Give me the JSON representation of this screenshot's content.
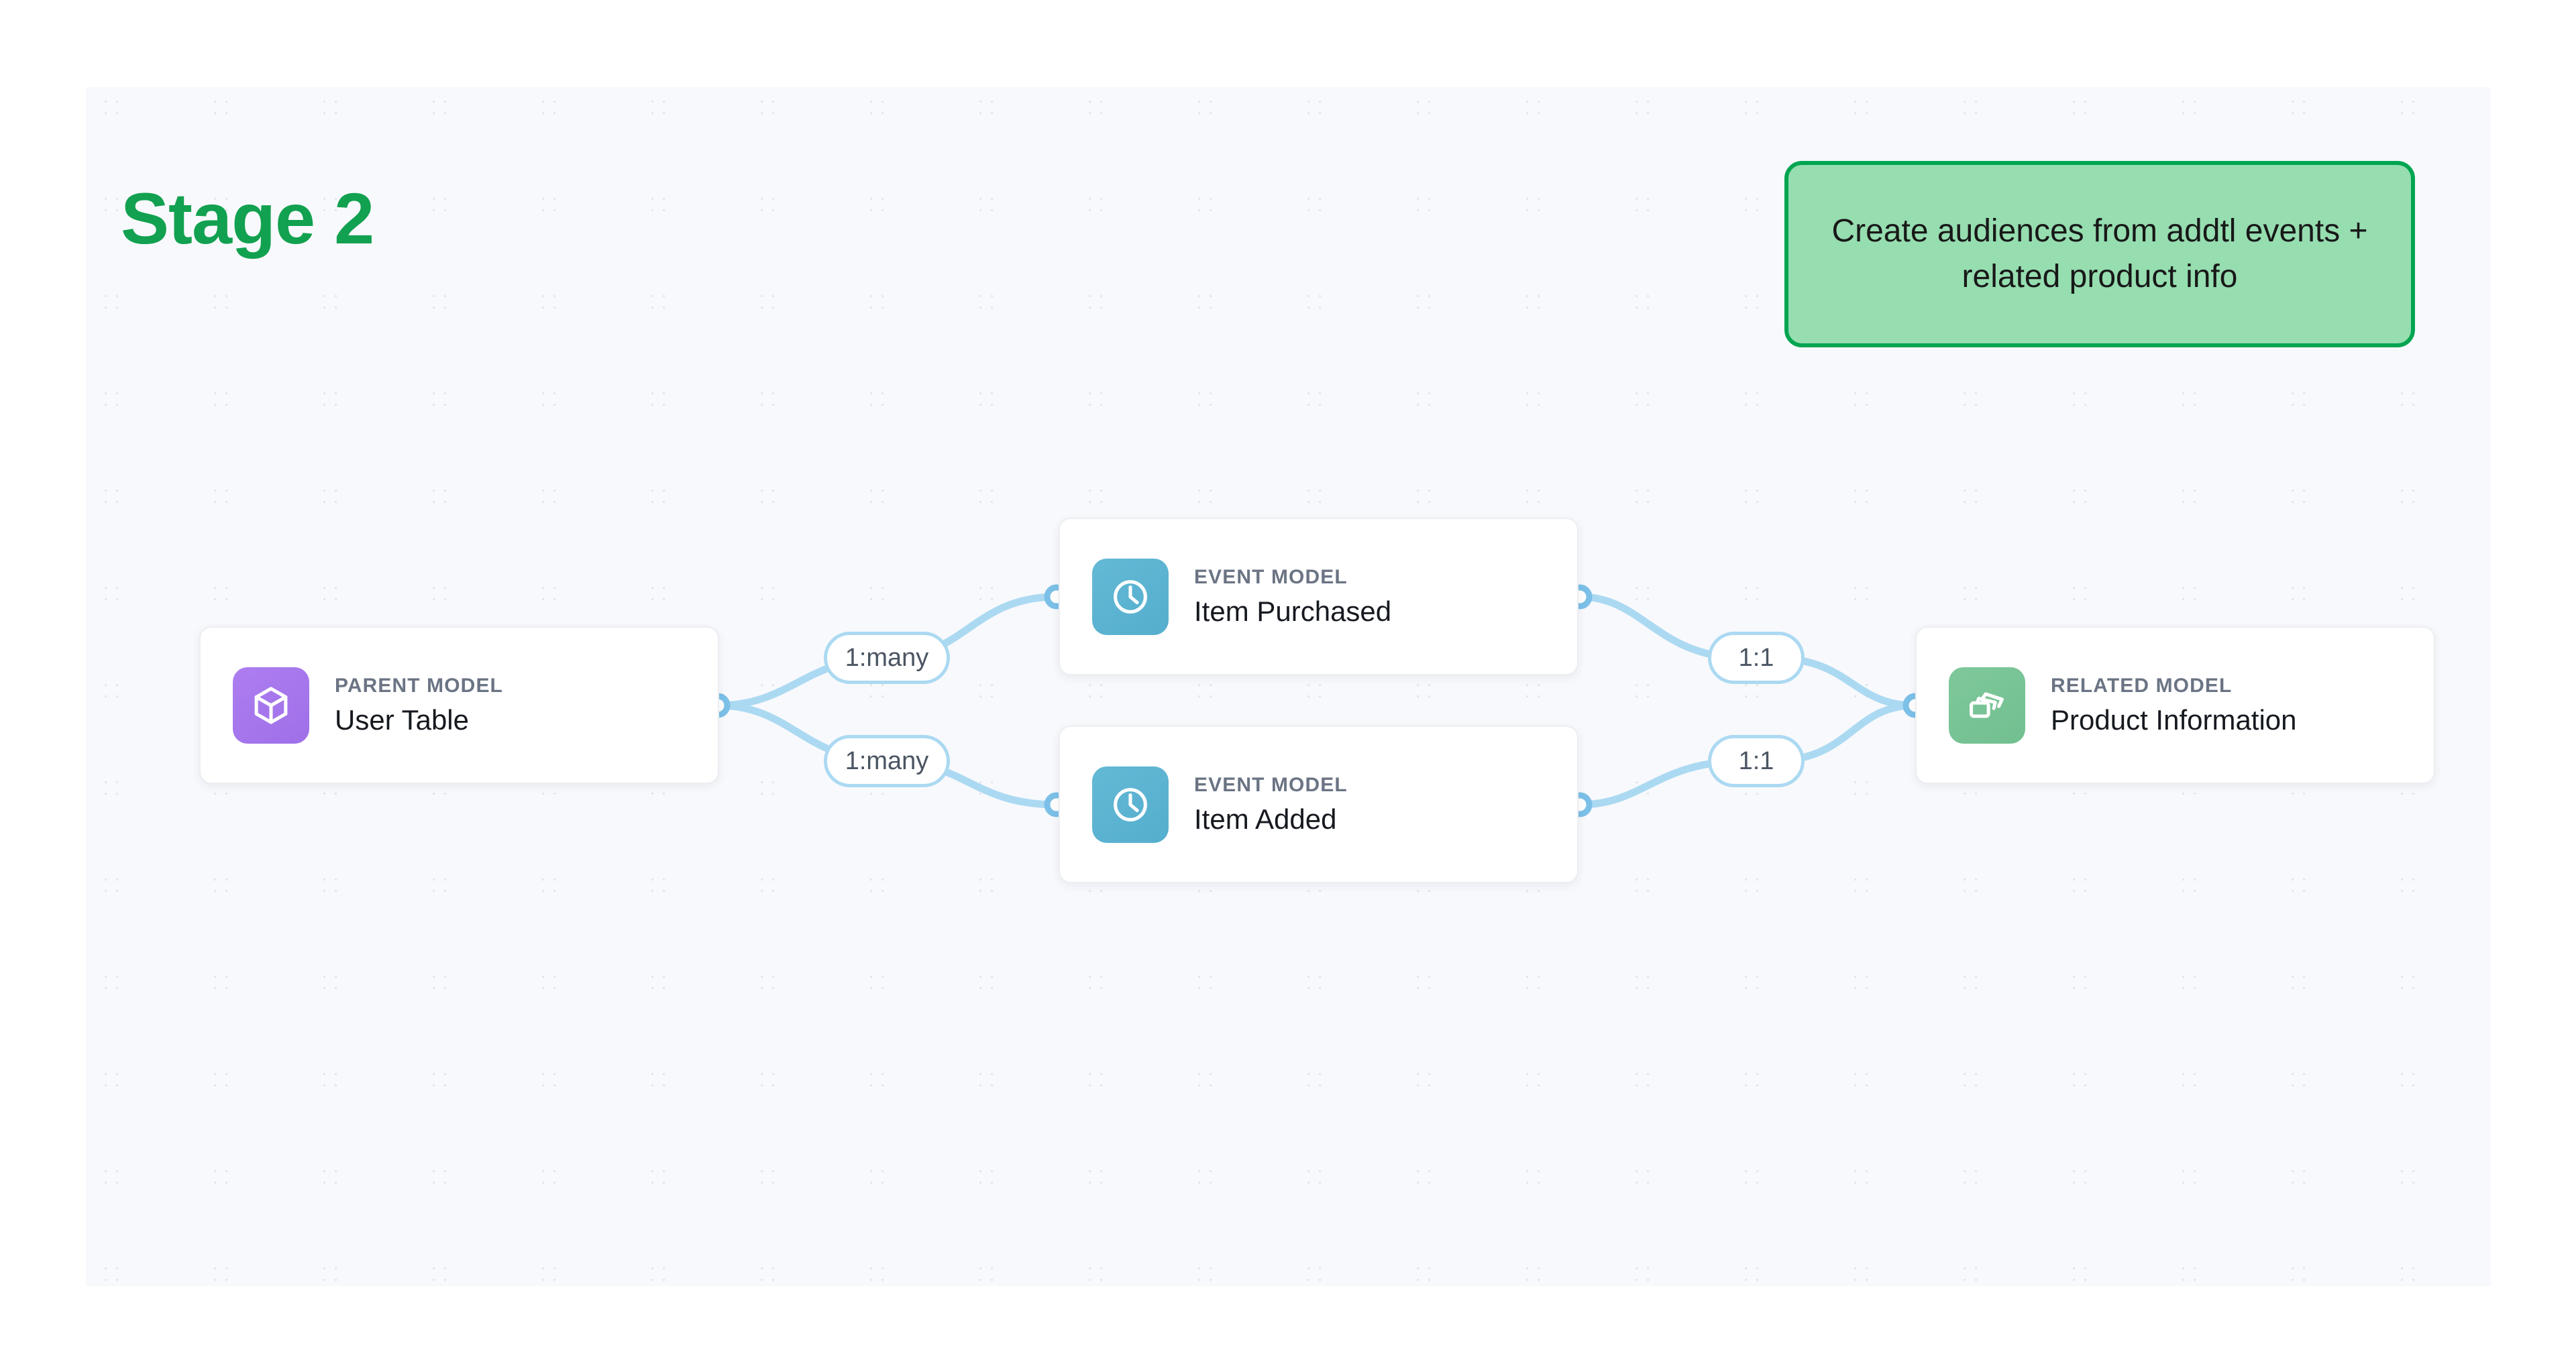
{
  "stage": {
    "title": "Stage 2"
  },
  "callout": {
    "text": "Create audiences from addtl events + related product info",
    "fill_color": "#96ddb0",
    "border_color": "#00a551"
  },
  "theme": {
    "canvas_bg": "#f8f9fc",
    "dot_color": "#e2e5ea",
    "edge_color": "#abd9f2",
    "port_color": "#7cc0e8",
    "title_green": "#12a150"
  },
  "nodes": [
    {
      "id": "parent",
      "kicker": "PARENT MODEL",
      "title": "User Table",
      "icon": "cube-icon",
      "icon_color": "#a77bee"
    },
    {
      "id": "event-1",
      "kicker": "EVENT MODEL",
      "title": "Item Purchased",
      "icon": "clock-icon",
      "icon_color": "#5cb4d2"
    },
    {
      "id": "event-2",
      "kicker": "EVENT MODEL",
      "title": "Item Added",
      "icon": "clock-icon",
      "icon_color": "#5cb4d2"
    },
    {
      "id": "related",
      "kicker": "RELATED MODEL",
      "title": "Product Information",
      "icon": "layers-icon",
      "icon_color": "#79c495"
    }
  ],
  "edges": [
    {
      "id": "parent-to-event-1",
      "label": "1:many"
    },
    {
      "id": "parent-to-event-2",
      "label": "1:many"
    },
    {
      "id": "event-1-to-related",
      "label": "1:1"
    },
    {
      "id": "event-2-to-related",
      "label": "1:1"
    }
  ]
}
